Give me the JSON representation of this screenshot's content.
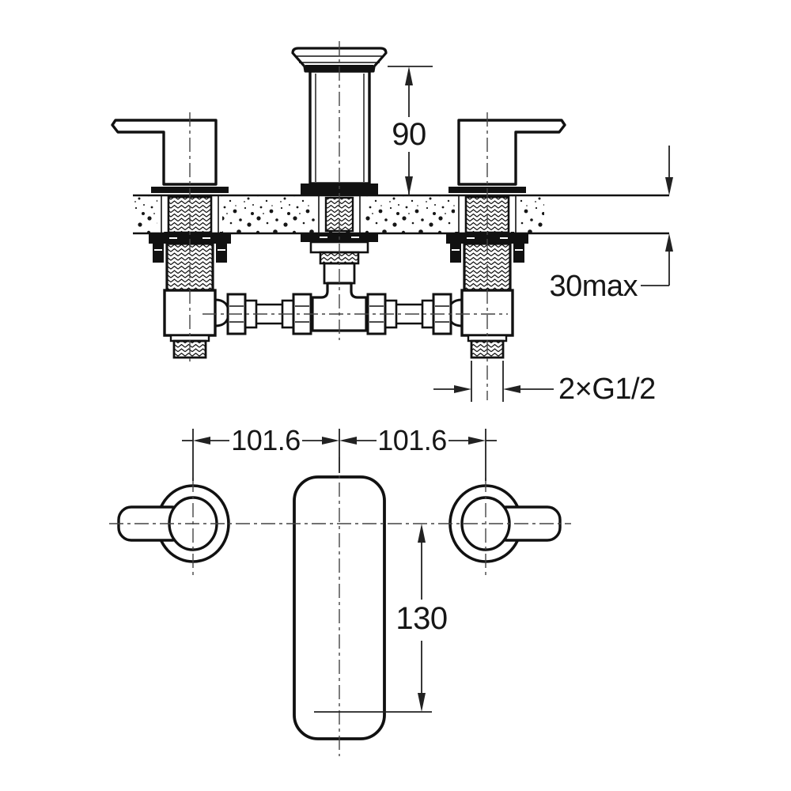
{
  "drawing": {
    "dimensions": {
      "spout_height": "90",
      "deck_thickness": "30max",
      "inlet_connection": "2×G1/2",
      "spacing_left": "101.6",
      "spacing_right": "101.6",
      "spout_reach": "130"
    },
    "colors": {
      "line": "#111111",
      "dimension": "#222222",
      "centerline": "#444444",
      "background": "#ffffff"
    }
  }
}
